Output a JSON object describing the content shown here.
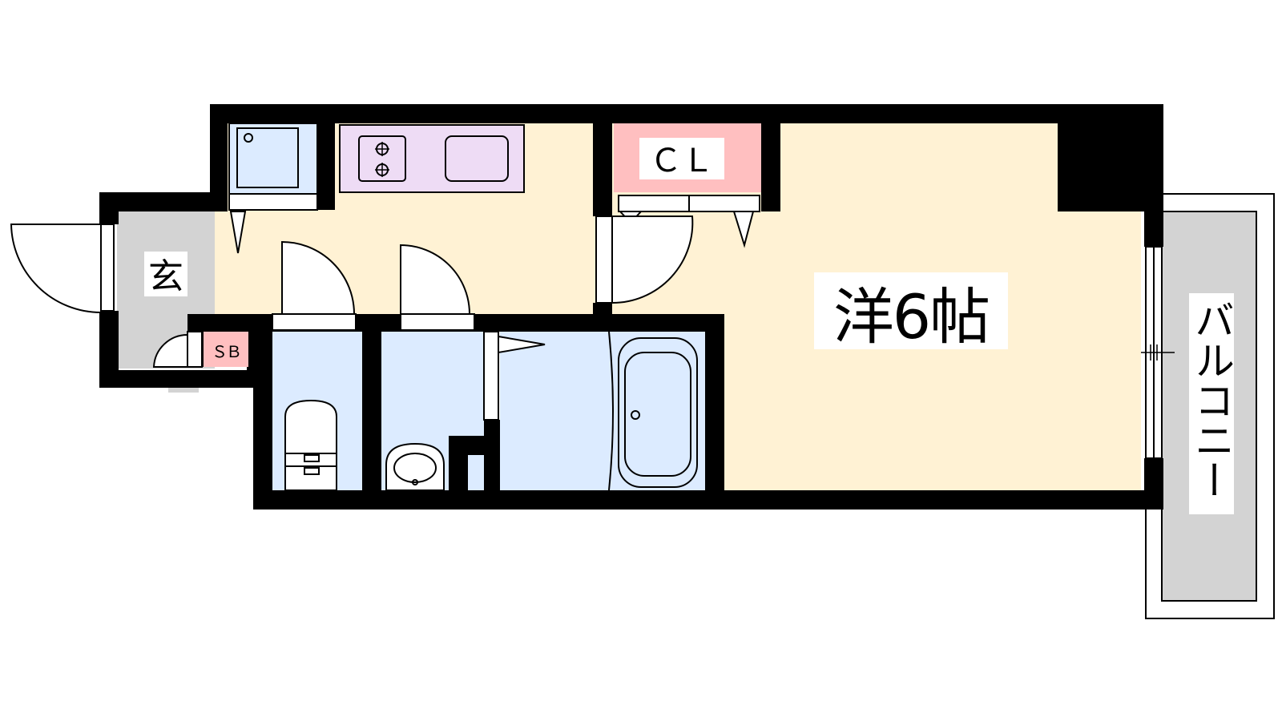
{
  "floor_plan": {
    "rooms": {
      "genkan": {
        "label": "玄"
      },
      "shoe_box": {
        "label": "ＳＢ"
      },
      "closet": {
        "label": "ＣＬ"
      },
      "western_room": {
        "label": "洋6帖"
      },
      "balcony": {
        "label": "バルコニー"
      }
    },
    "colors": {
      "wall": "#000000",
      "living_floor": "#fff2d4",
      "genkan_floor": "#d3d3d3",
      "wet_area_floor": "#dcebff",
      "kitchen_counter": "#eedcf5",
      "closet_fill": "#ffbfc0",
      "balcony_floor": "#d3d3d3"
    }
  }
}
